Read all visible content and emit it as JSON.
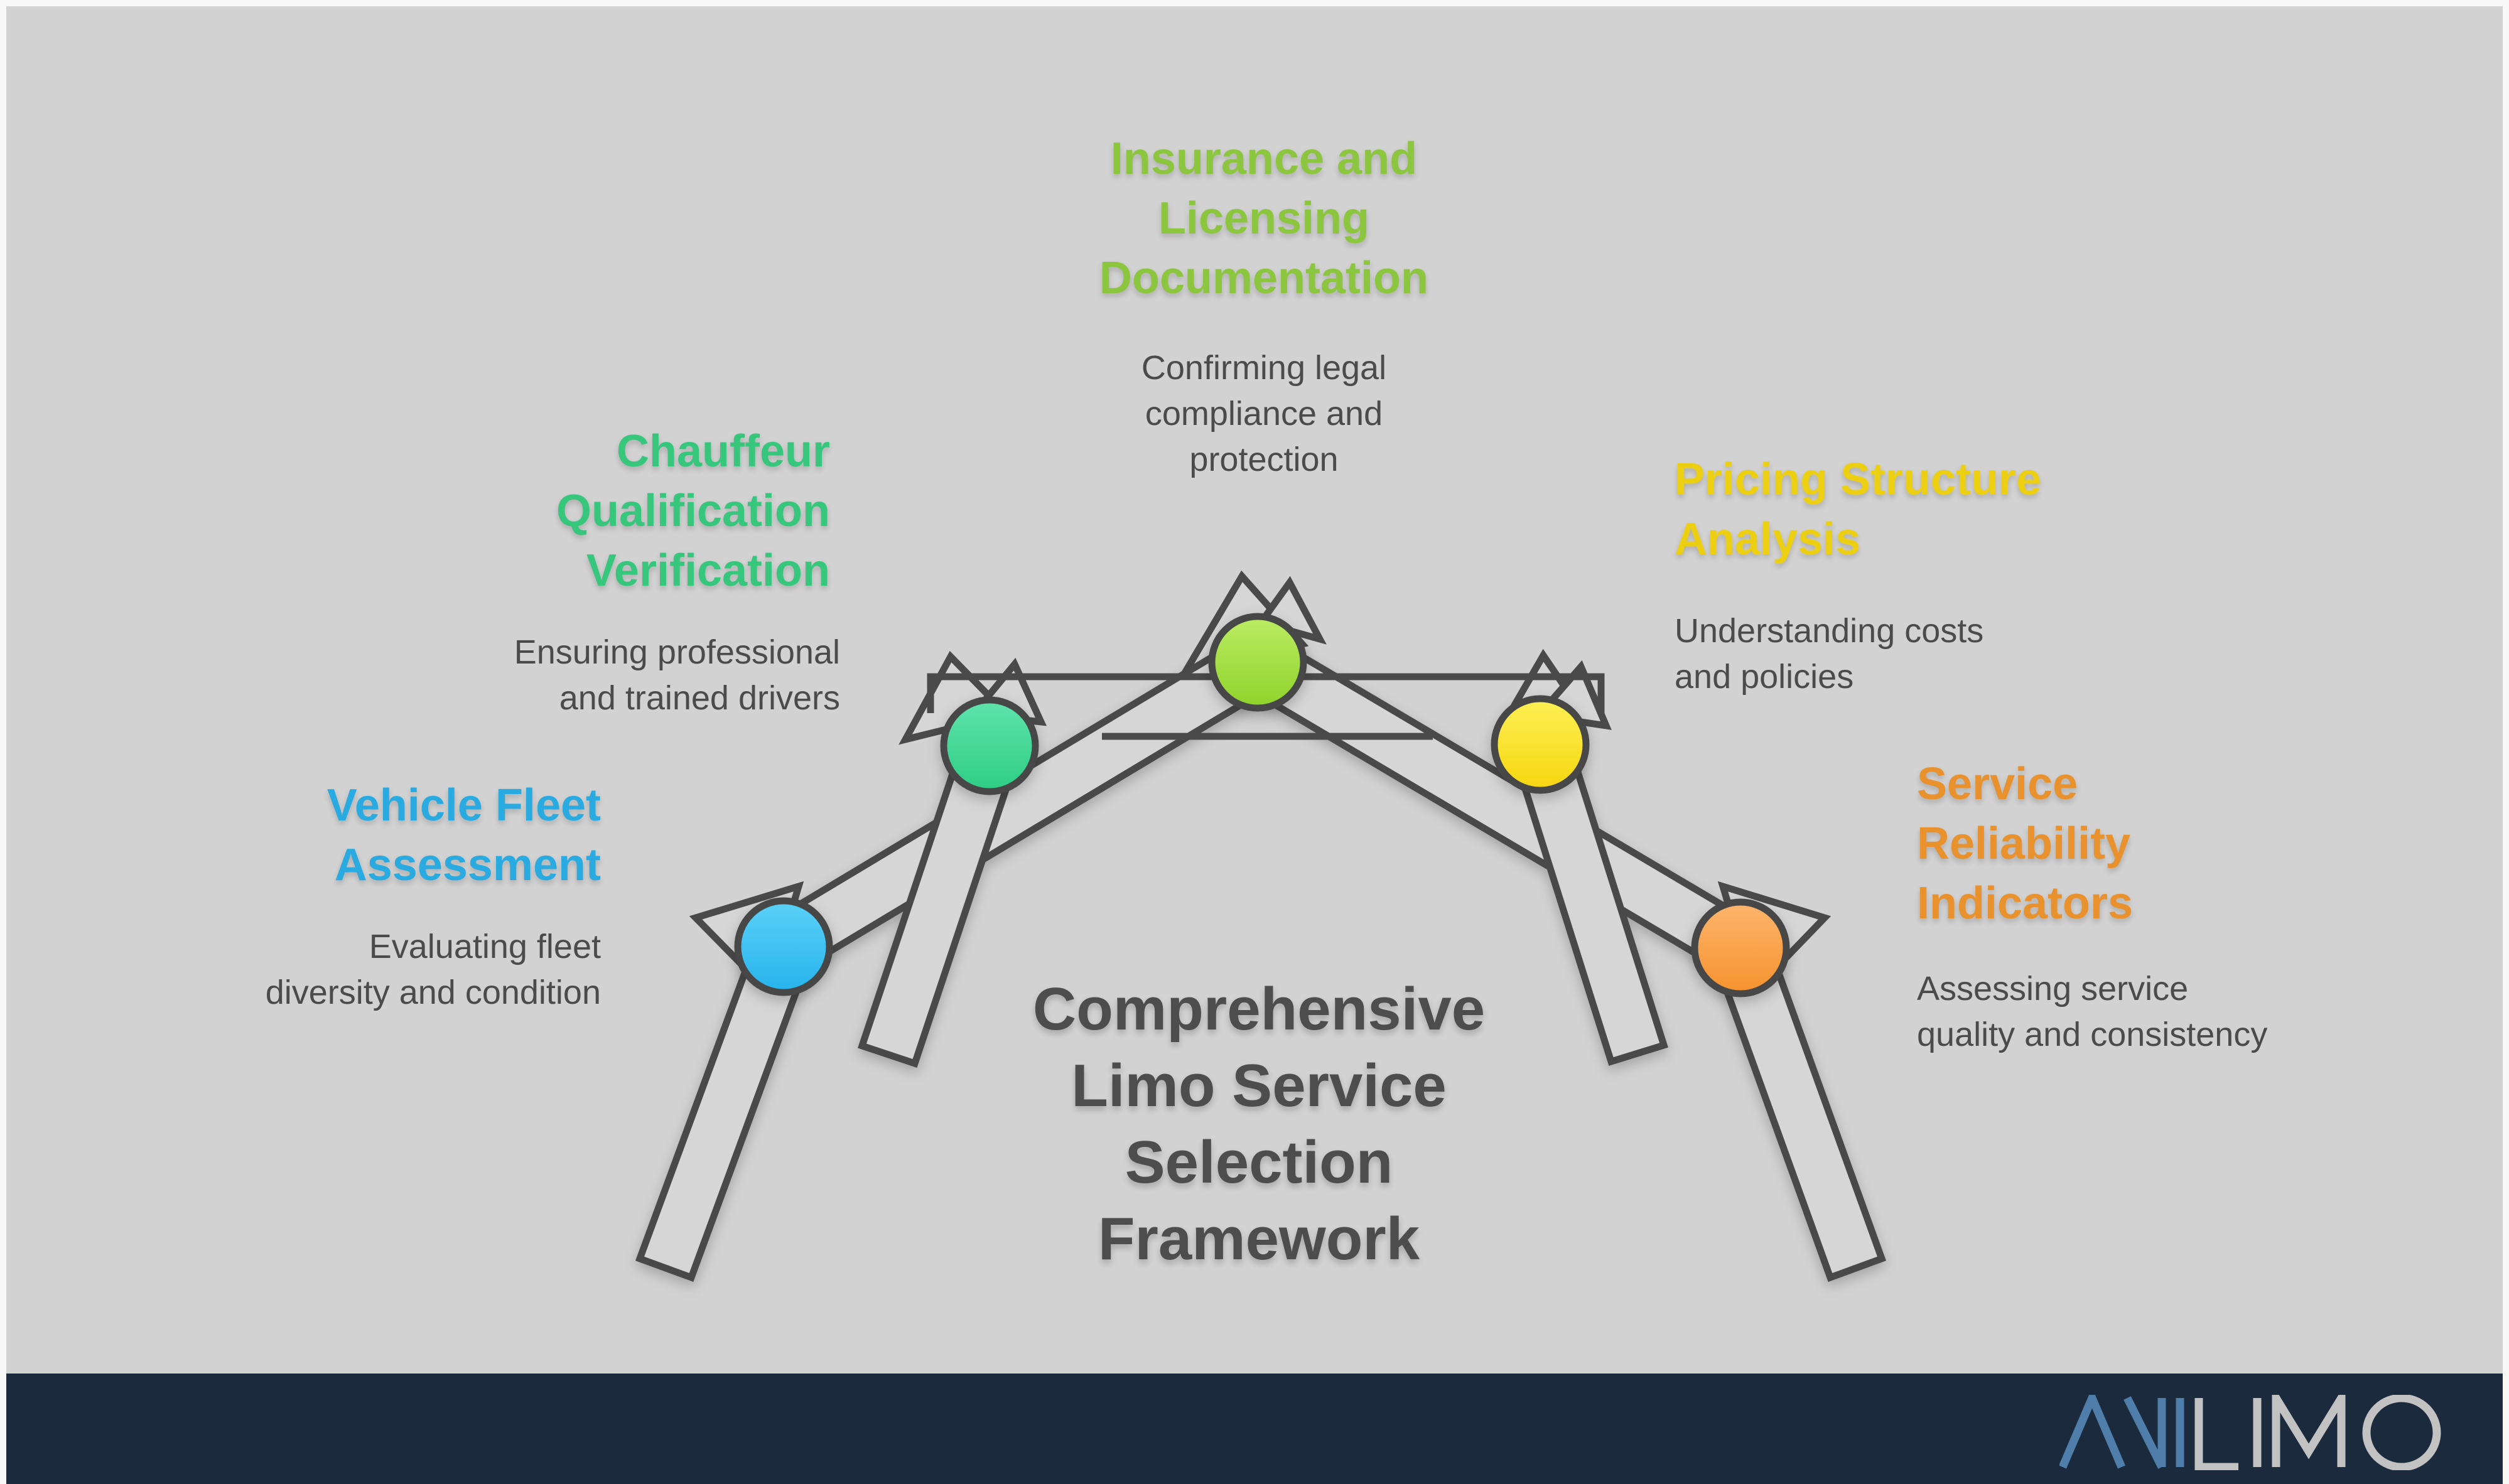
{
  "page": {
    "background_color": "#D2D2D2",
    "frame_color": "#F8F8F8"
  },
  "title": {
    "text": "Comprehensive\nLimo Service\nSelection\nFramework",
    "color": "#4D4D4D"
  },
  "description_color": "#4B4B4B",
  "steps": [
    {
      "id": "vehicle-fleet-assessment",
      "title": "Vehicle Fleet\nAssessment",
      "description": "Evaluating fleet\ndiversity and condition",
      "title_color": "#29ABE2",
      "circle_gradient": [
        "#5BD1F8",
        "#26B3EC"
      ]
    },
    {
      "id": "chauffeur-qualification-verification",
      "title": "Chauffeur\nQualification\nVerification",
      "description": "Ensuring professional\nand trained drivers",
      "title_color": "#36C77D",
      "circle_gradient": [
        "#5FE3AB",
        "#2ECD85"
      ]
    },
    {
      "id": "insurance-licensing-documentation",
      "title": "Insurance and\nLicensing\nDocumentation",
      "description": "Confirming legal\ncompliance and\nprotection",
      "title_color": "#8CC63F",
      "circle_gradient": [
        "#BCEC63",
        "#8ED32B"
      ]
    },
    {
      "id": "pricing-structure-analysis",
      "title": "Pricing Structure\nAnalysis",
      "description": "Understanding costs\nand policies",
      "title_color": "#EDCF12",
      "circle_gradient": [
        "#FDF055",
        "#F6D60E"
      ]
    },
    {
      "id": "service-reliability-indicators",
      "title": "Service\nReliability\nIndicators",
      "description": "Assessing service\nquality and consistency",
      "title_color": "#E8912D",
      "circle_gradient": [
        "#FCB56C",
        "#F6922E"
      ]
    }
  ],
  "diagram": {
    "band_fill": "#D6D6D6",
    "band_stroke": "#4A4A4A",
    "node_stroke": "#474747"
  },
  "footer": {
    "background_color": "#1B2A3D",
    "logo_part1": "ΛNI",
    "logo_part2": "LIMO",
    "logo_part1_color": "#4E7EA9",
    "logo_part2_color": "#C2C2C2"
  }
}
